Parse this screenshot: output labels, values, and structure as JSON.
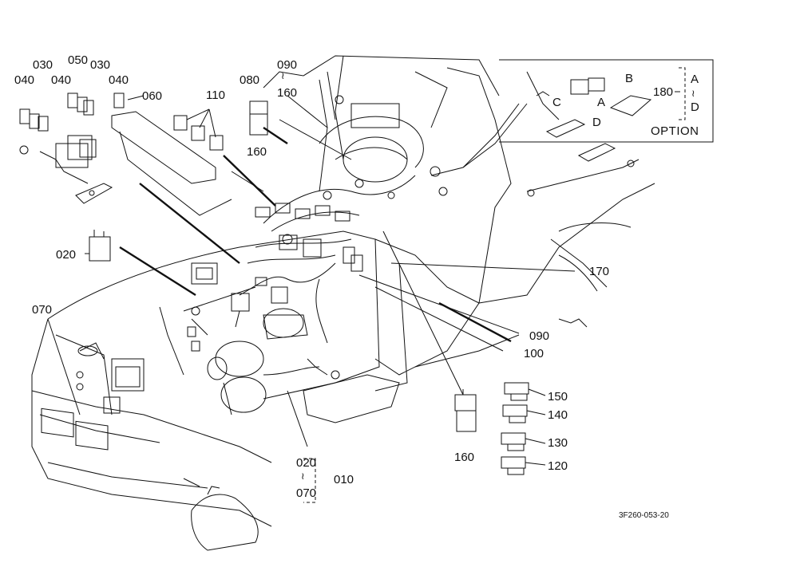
{
  "labels": {
    "l040a": "040",
    "l030a": "030",
    "l040b": "040",
    "l050": "050",
    "l030b": "030",
    "l040c": "040",
    "l060": "060",
    "l110": "110",
    "l080": "080",
    "l090a": "090",
    "l160a": "160",
    "l160b": "160",
    "l020a": "020",
    "l070a": "070",
    "l170": "170",
    "l090b": "090",
    "l100": "100",
    "l150": "150",
    "l140": "140",
    "l130": "130",
    "l120": "120",
    "l160c": "160",
    "l020b": "020",
    "l070b": "070",
    "l010": "010",
    "l180": "180",
    "lA": "A",
    "lB": "B",
    "lC": "C",
    "lD": "D",
    "lRangeA": "A",
    "lRangeD": "D",
    "option": "OPTION",
    "tilde1": "≀",
    "tilde2": "≀",
    "tilde3": "≀"
  },
  "drawing_code": "3F260-053-20"
}
